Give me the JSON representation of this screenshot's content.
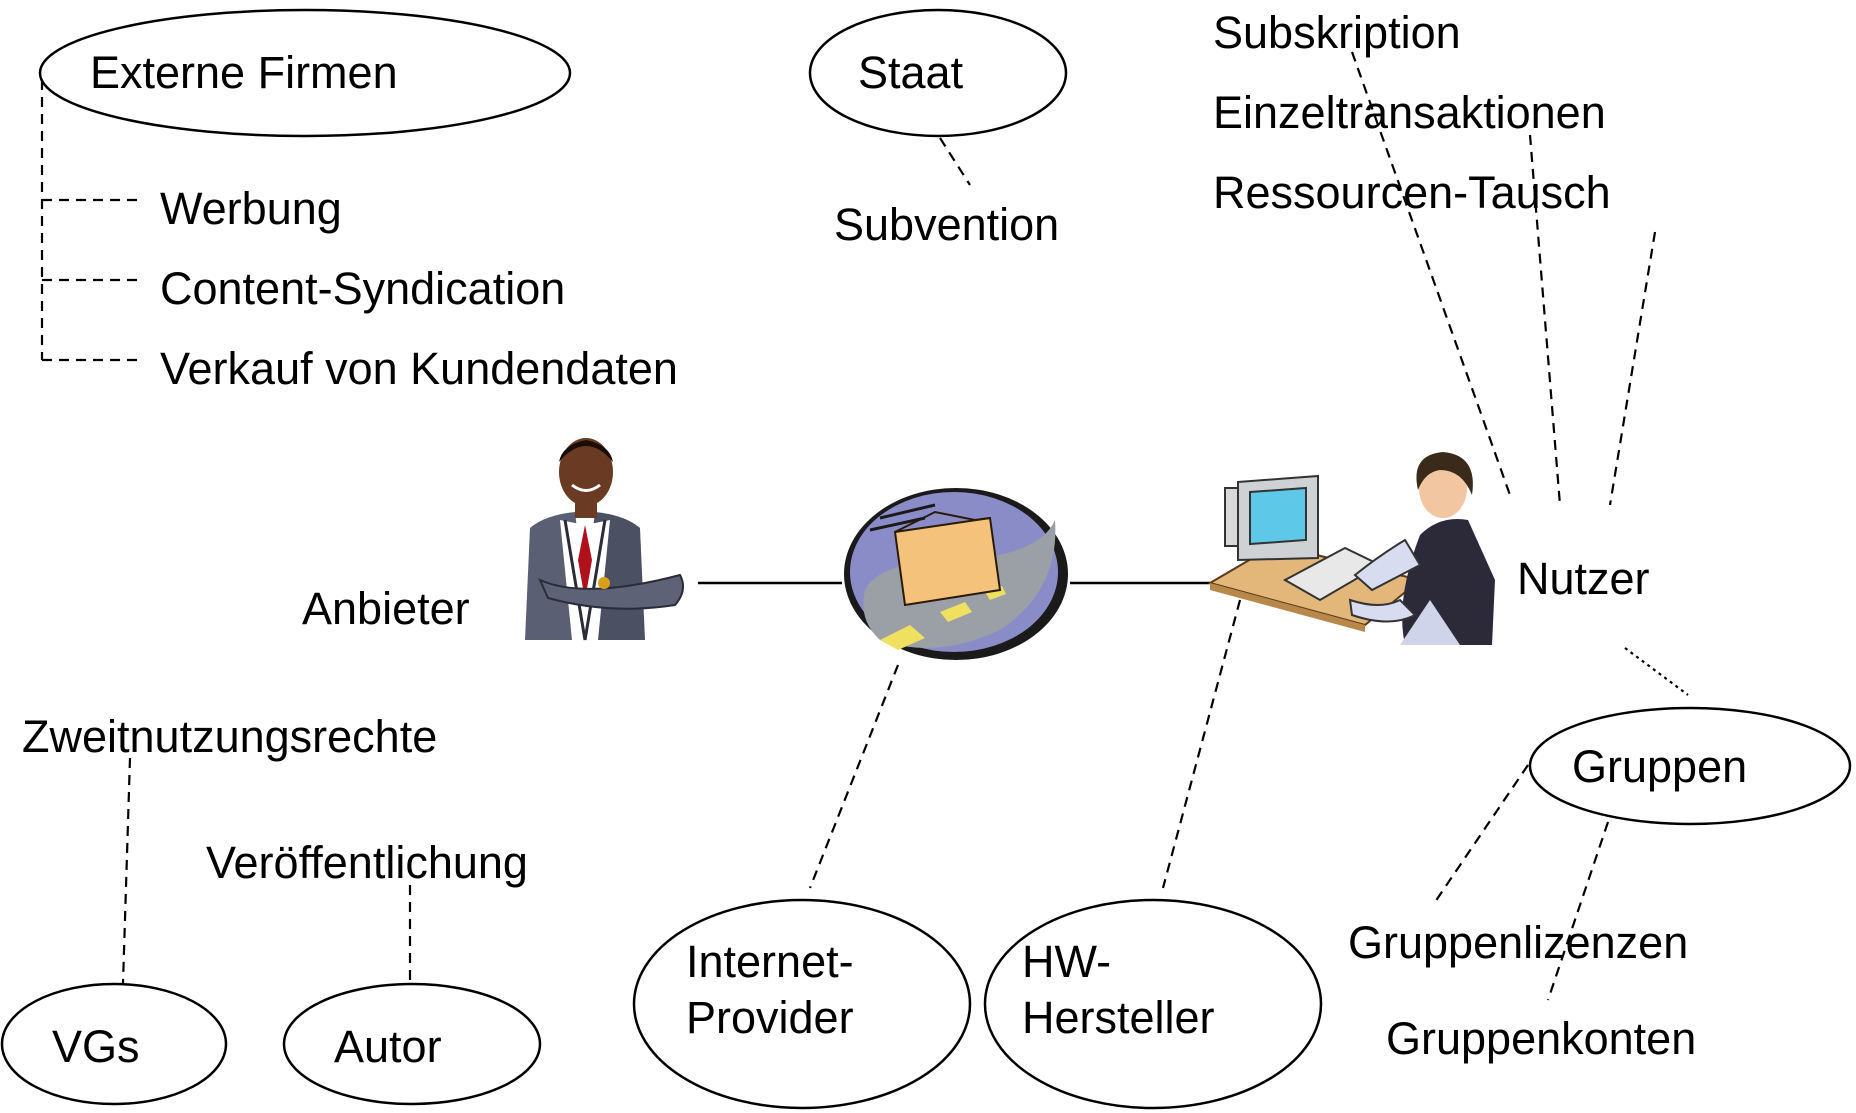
{
  "nodes": {
    "externe_firmen": "Externe Firmen",
    "staat": "Staat",
    "anbieter": "Anbieter",
    "nutzer": "Nutzer",
    "gruppen": "Gruppen",
    "vgs": "VGs",
    "autor": "Autor",
    "internet_provider": [
      "Internet-",
      "Provider"
    ],
    "hw_hersteller": [
      "HW-",
      "Hersteller"
    ]
  },
  "revenue_labels": {
    "werbung": "Werbung",
    "content_syndication": "Content-Syndication",
    "verkauf_kundendaten": "Verkauf von Kundendaten",
    "subvention": "Subvention",
    "subskription": "Subskription",
    "einzeltransaktionen": "Einzeltransaktionen",
    "ressourcen_tausch": "Ressourcen-Tausch",
    "zweitnutzungsrechte": "Zweitnutzungsrechte",
    "veroeffentlichung": "Veröffentlichung",
    "gruppenlizenzen": "Gruppenlizenzen",
    "gruppenkonten": "Gruppenkonten"
  },
  "icons": {
    "anbieter": "businessman-icon",
    "network": "network-folder-icon",
    "nutzer": "computer-user-icon"
  }
}
